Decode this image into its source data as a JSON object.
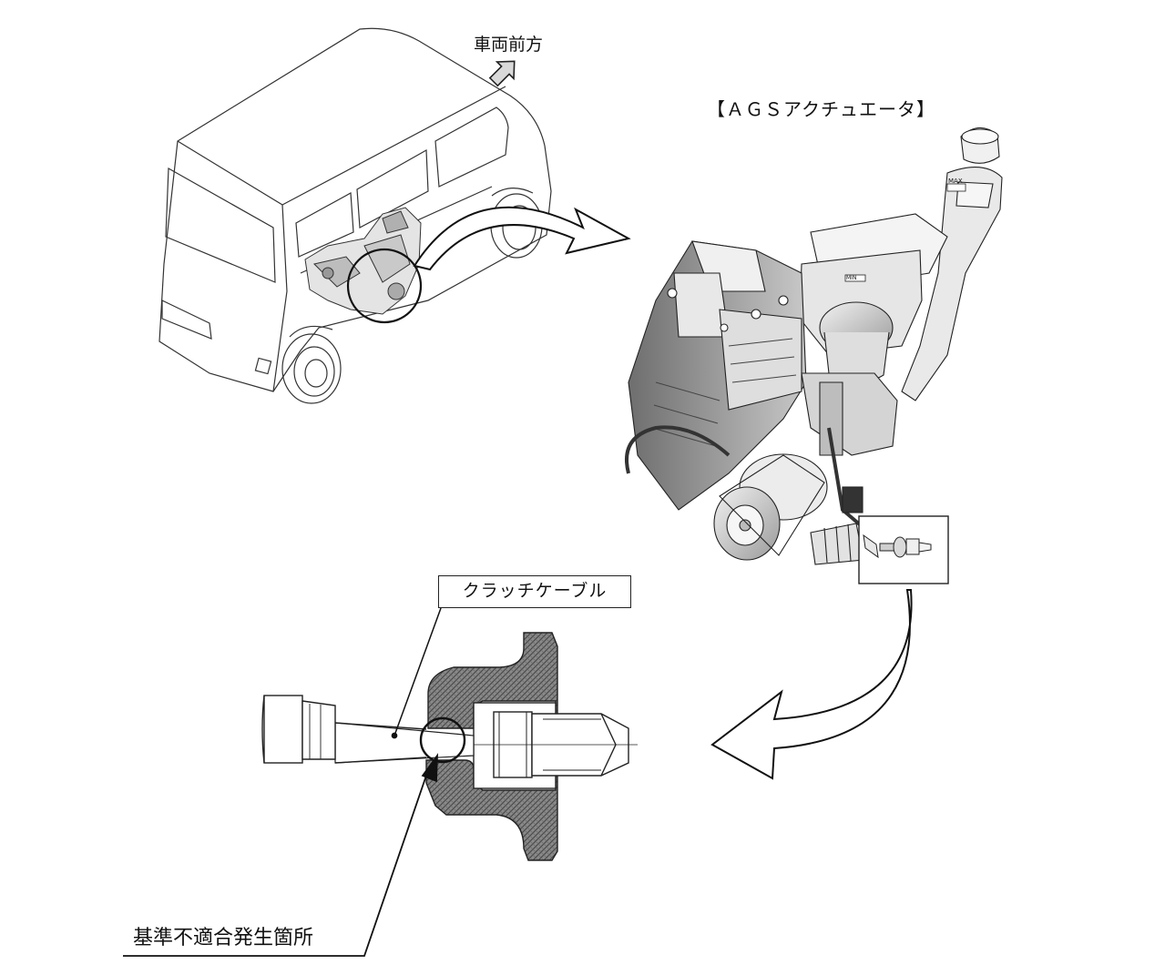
{
  "labels": {
    "vehicle_front": "車両前方",
    "ags_actuator": "【ＡＧＳアクチュエータ】",
    "clutch_cable": "クラッチケーブル",
    "defect_location": "基準不適合発生箇所"
  },
  "component_markings": {
    "max": "MAX",
    "min": "MIN"
  },
  "colors": {
    "line": "#222222",
    "hatch_fill": "#7a7a7a",
    "arrow_fill": "#ffffff",
    "front_arrow_fill": "#d9d9d9"
  }
}
